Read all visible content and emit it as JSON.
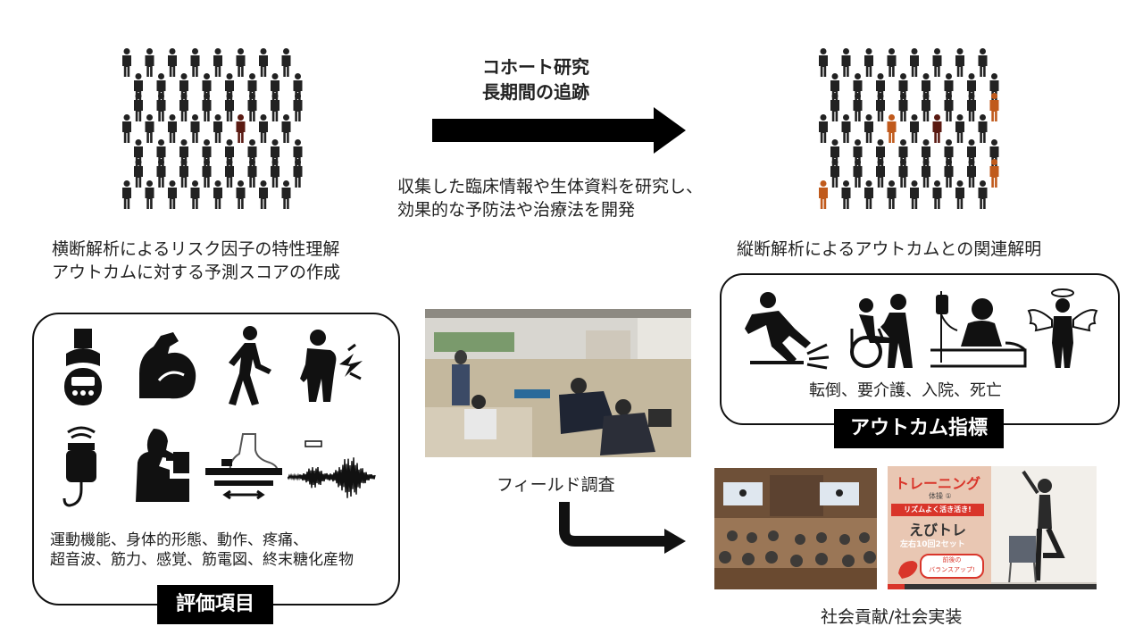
{
  "colors": {
    "figure": "#222222",
    "highlight_dark": "#5a1a12",
    "highlight_orange": "#c05a1c",
    "accent_red": "#d9352a"
  },
  "top_center": {
    "arrow_line1": "コホート研究",
    "arrow_line2": "長期間の追跡",
    "desc_line1": "収集した臨床情報や生体資料を研究し、",
    "desc_line2": "効果的な予防法や治療法を開発"
  },
  "left_caption": {
    "line1": "横断解析によるリスク因子の特性理解",
    "line2": "アウトカムに対する予測スコアの作成"
  },
  "right_caption": {
    "line1": "縦断解析によるアウトカムとの関連解明"
  },
  "evaluation": {
    "text_line1": "運動機能、身体的形態、動作、疼痛、",
    "text_line2": "超音波、筋力、感覚、筋電図、終末糖化産物",
    "label": "評価項目",
    "icons": [
      "grip-dynamometer-icon",
      "flexed-arm-icon",
      "walking-person-icon",
      "back-pain-icon",
      "ultrasound-probe-icon",
      "breath-test-icon",
      "foot-sensor-icon",
      "emg-waveform-icon"
    ]
  },
  "outcome": {
    "text": "転倒、要介護、入院、死亡",
    "label": "アウトカム指標",
    "icons": [
      "fall-icon",
      "wheelchair-care-icon",
      "hospital-bed-icon",
      "angel-death-icon"
    ]
  },
  "field": {
    "caption": "フィールド調査"
  },
  "social": {
    "caption": "社会貢献/社会実装",
    "video": {
      "title": "トレーニング",
      "subtitle": "体操 ①",
      "banner": "リズムよく活き活き!",
      "name": "えびトレ",
      "note": "左右10回2セット",
      "badge_line1": "前後の",
      "badge_line2": "バランスアップ!"
    }
  }
}
